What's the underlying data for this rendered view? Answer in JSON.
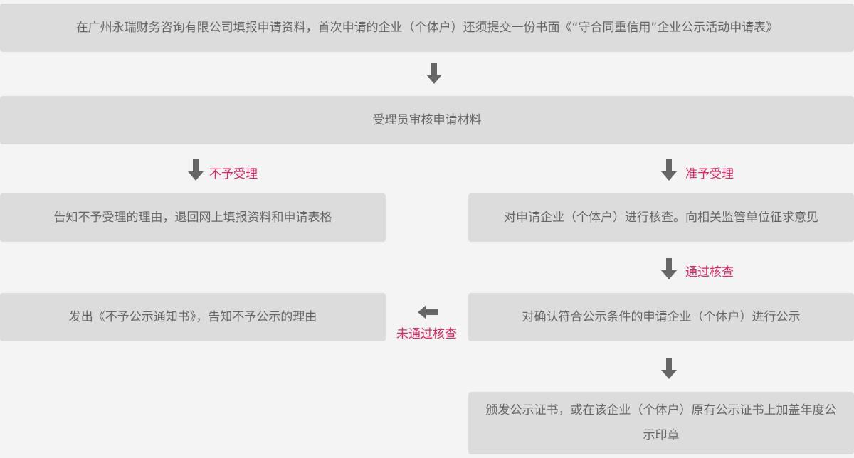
{
  "steps": {
    "submit": "在广州永瑞财务咨询有限公司填报申请资料，首次申请的企业（个体户）还须提交一份书面《“守合同重信用”企业公示活动申请表》",
    "review": "受理员审核申请材料",
    "reject_notice": "告知不予受理的理由，退回网上填报资料和申请表格",
    "verify": "对申请企业（个体户）进行核查。向相关监管单位征求意见",
    "publicize": "对确认符合公示条件的申请企业（个体户）进行公示",
    "not_publicize_notice": "发出《不予公示通知书》，告知不予公示的理由",
    "certificate": "颁发公示证书，或在该企业（个体户）原有公示证书上加盖年度公示印章"
  },
  "labels": {
    "reject": "不予受理",
    "accept": "准予受理",
    "pass": "通过核查",
    "fail": "未通过核查"
  },
  "colors": {
    "box": "#dcdcdc",
    "text": "#666666",
    "label": "#e0245e",
    "arrow": "#666666"
  }
}
